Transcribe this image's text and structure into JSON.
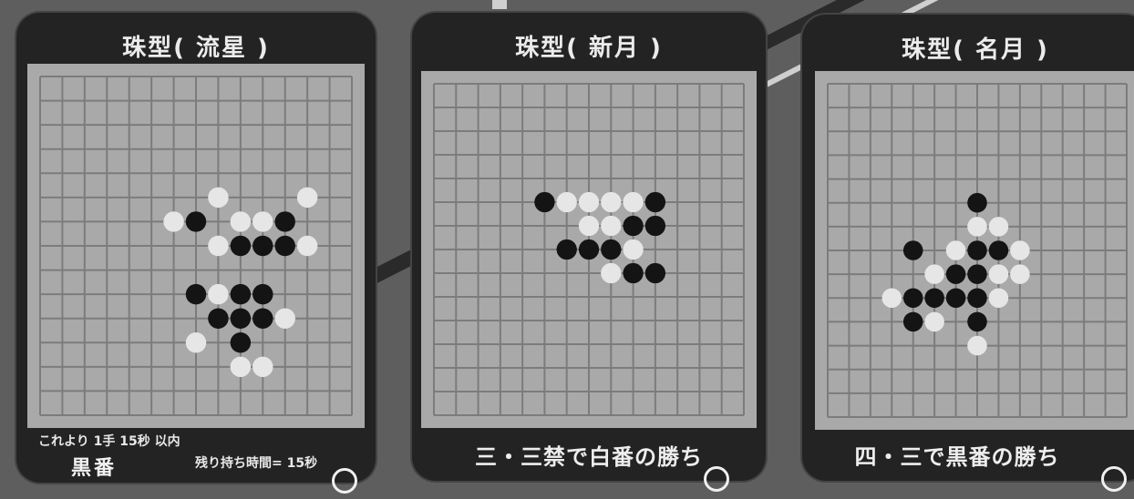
{
  "panels": [
    {
      "title": "珠型( 流星 )",
      "black": [
        [
          7,
          6
        ],
        [
          11,
          6
        ],
        [
          9,
          7
        ],
        [
          10,
          7
        ],
        [
          11,
          7
        ],
        [
          7,
          9
        ],
        [
          9,
          9
        ],
        [
          10,
          9
        ],
        [
          8,
          10
        ],
        [
          9,
          10
        ],
        [
          10,
          10
        ],
        [
          9,
          11
        ]
      ],
      "white": [
        [
          8,
          5
        ],
        [
          12,
          5
        ],
        [
          6,
          6
        ],
        [
          9,
          6
        ],
        [
          10,
          6
        ],
        [
          8,
          7
        ],
        [
          12,
          7
        ],
        [
          8,
          9
        ],
        [
          11,
          10
        ],
        [
          7,
          11
        ],
        [
          9,
          12
        ],
        [
          10,
          12
        ]
      ],
      "info": {
        "line1": "これより  1手  15秒 以内",
        "side": "黒番",
        "remaining": "残り持ち時間=  15秒"
      }
    },
    {
      "title": "珠型( 新月 )",
      "black": [
        [
          5,
          5
        ],
        [
          10,
          5
        ],
        [
          9,
          6
        ],
        [
          10,
          6
        ],
        [
          6,
          7
        ],
        [
          7,
          7
        ],
        [
          8,
          7
        ],
        [
          9,
          8
        ],
        [
          10,
          8
        ]
      ],
      "white": [
        [
          6,
          5
        ],
        [
          7,
          5
        ],
        [
          8,
          5
        ],
        [
          9,
          5
        ],
        [
          7,
          6
        ],
        [
          8,
          6
        ],
        [
          9,
          7
        ],
        [
          8,
          8
        ]
      ],
      "caption": "三・三禁で白番の勝ち"
    },
    {
      "title": "珠型( 名月 )",
      "black": [
        [
          7,
          5
        ],
        [
          4,
          7
        ],
        [
          7,
          7
        ],
        [
          8,
          7
        ],
        [
          6,
          8
        ],
        [
          7,
          8
        ],
        [
          4,
          9
        ],
        [
          5,
          9
        ],
        [
          6,
          9
        ],
        [
          7,
          9
        ],
        [
          4,
          10
        ],
        [
          7,
          10
        ]
      ],
      "white": [
        [
          7,
          6
        ],
        [
          8,
          6
        ],
        [
          6,
          7
        ],
        [
          9,
          7
        ],
        [
          5,
          8
        ],
        [
          8,
          8
        ],
        [
          9,
          8
        ],
        [
          3,
          9
        ],
        [
          8,
          9
        ],
        [
          5,
          10
        ],
        [
          7,
          11
        ]
      ],
      "caption": "四・三で黒番の勝ち"
    }
  ]
}
